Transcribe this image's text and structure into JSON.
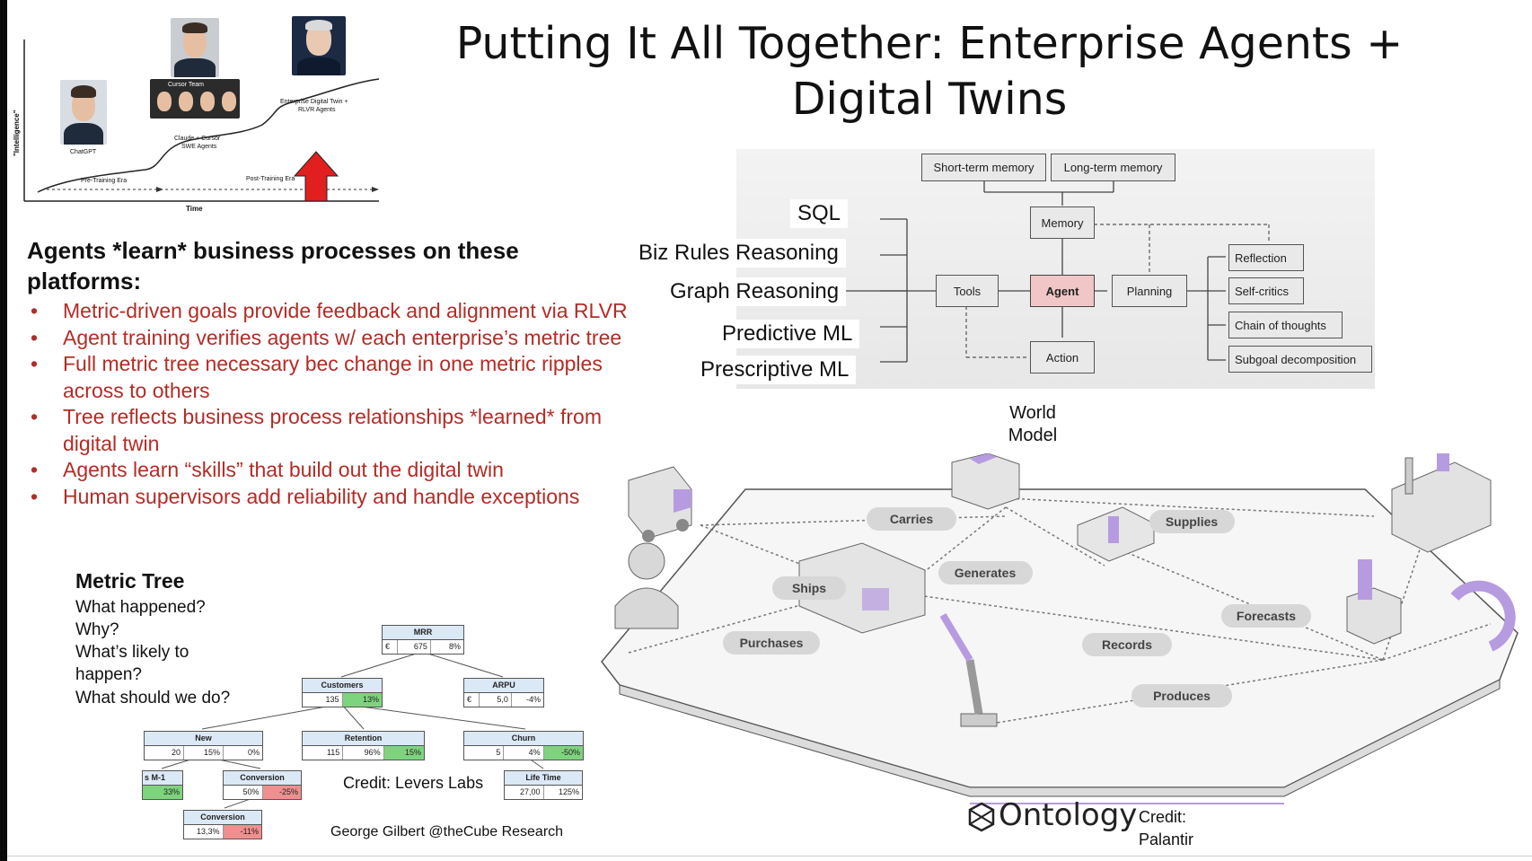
{
  "title_line1": "Putting It All Together: Enterprise Agents +",
  "title_line2": "Digital Twins",
  "intel_chart": {
    "y_label": "\"Intelligence\"",
    "x_label": "Time",
    "chatgpt": "ChatGPT",
    "cursor_team": "Cursor Team",
    "claude_cursor": "Claude + Cursor",
    "swe_agents": "SWE Agents",
    "enterprise_1": "Enterprise Digital Twin +",
    "enterprise_2": "RLVR Agents",
    "pre_training": "Pre-Training Era",
    "post_training": "Post-Training Era"
  },
  "agents": {
    "heading_line1": "Agents *learn* business processes on these",
    "heading_line2": "platforms:",
    "bullet_marker": "•",
    "bullets": [
      "Metric-driven goals provide feedback and alignment via RLVR",
      "Agent training verifies agents w/ each enterprise’s metric tree",
      "Full metric tree necessary bec change in one metric ripples across to others",
      "Tree reflects business process relationships *learned* from digital twin",
      "Agents learn “skills” that build out the digital twin",
      "Human supervisors add reliability and handle exceptions"
    ]
  },
  "diagram": {
    "short_term": "Short-term memory",
    "long_term": "Long-term memory",
    "memory": "Memory",
    "tools": "Tools",
    "agent": "Agent",
    "planning": "Planning",
    "action": "Action",
    "reflection": "Reflection",
    "self_critics": "Self-critics",
    "chain": "Chain of thoughts",
    "subgoal": "Subgoal decomposition",
    "tool_labels": [
      "SQL",
      "Biz Rules Reasoning",
      "Graph Reasoning",
      "Predictive ML",
      "Prescriptive ML"
    ]
  },
  "metric_tree": {
    "title": "Metric Tree",
    "questions": [
      "What happened?",
      "Why?",
      "What’s likely to",
      "happen?",
      "What should we do?"
    ],
    "nodes": {
      "mrr": {
        "label": "MRR",
        "cur": "€",
        "v1": "675",
        "v2": "8%"
      },
      "customers": {
        "label": "Customers",
        "v1": "135",
        "v2": "13%"
      },
      "arpu": {
        "label": "ARPU",
        "cur": "€",
        "v1": "5,0",
        "v2": "-4%"
      },
      "new": {
        "label": "New",
        "v1": "20",
        "v2": "15%",
        "v3": "0%"
      },
      "retention": {
        "label": "Retention",
        "v1": "115",
        "v2": "96%",
        "v3": "15%"
      },
      "churn": {
        "label": "Churn",
        "v1": "5",
        "v2": "4%",
        "v3": "-50%"
      },
      "m1": {
        "label": "s M-1",
        "v1": "33%"
      },
      "conversion": {
        "label": "Conversion",
        "v1": "50%",
        "v2": "-25%"
      },
      "lifetime": {
        "label": "Life Time",
        "v1": "27,00",
        "v2": "125%"
      },
      "conversion2": {
        "label": "Conversion",
        "v1": "13,3%",
        "v2": "-11%"
      }
    },
    "credit": "Credit: Levers Labs",
    "author": "George Gilbert @theCube Research"
  },
  "ontology": {
    "world_line1": "World",
    "world_line2": "Model",
    "relations": [
      "Carries",
      "Supplies",
      "Generates",
      "Ships",
      "Forecasts",
      "Purchases",
      "Records",
      "Produces"
    ],
    "logo": "Ontology",
    "credit_line1": "Credit:",
    "credit_line2": "Palantir"
  },
  "colors": {
    "bullet_red": "#b32c26",
    "agent_fill": "#f0c6c6",
    "arrow_red": "#e11f1f",
    "accent_purple": "#b79be0"
  }
}
